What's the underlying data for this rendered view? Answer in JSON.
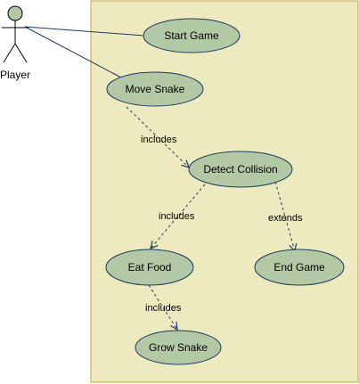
{
  "colors": {
    "system_fill": "#eeeac0",
    "system_stroke": "#c9a23a",
    "usecase_fill": "#b3c8a4",
    "usecase_stroke": "#1e3a5f",
    "actor_head_fill": "#b3c8a4",
    "line": "#1e3a5f"
  },
  "actor": {
    "name": "Player"
  },
  "usecases": {
    "start_game": "Start Game",
    "move_snake": "Move Snake",
    "detect_collision": "Detect Collision",
    "eat_food": "Eat Food",
    "end_game": "End Game",
    "grow_snake": "Grow Snake"
  },
  "relations": {
    "move_to_detect": "includes",
    "detect_to_eat": "includes",
    "detect_to_end": "extends",
    "eat_to_grow": "includes"
  }
}
